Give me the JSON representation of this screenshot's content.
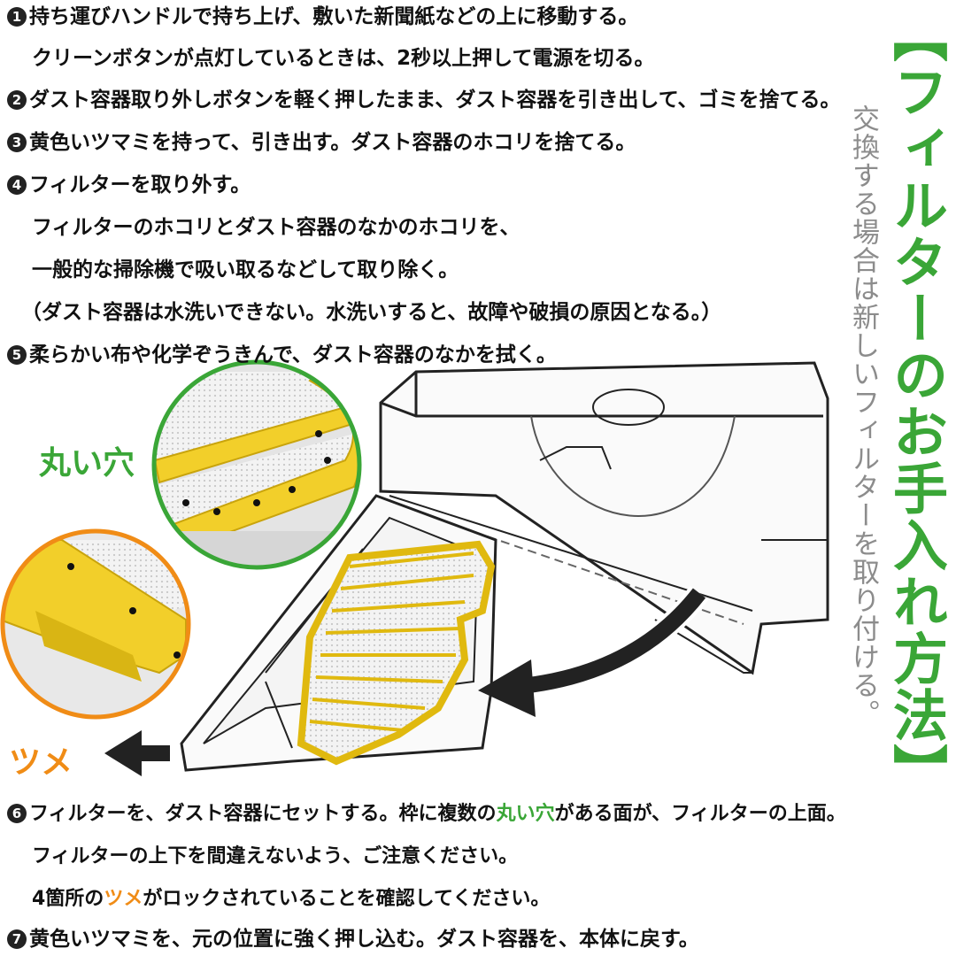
{
  "title": "【フィルターのお手入れ方法】",
  "subtitle": "交換する場合は新しいフィルターを取り付ける。",
  "steps": [
    {
      "num": "1",
      "lines": [
        "持ち運びハンドルで持ち上げ、敷いた新聞紙などの上に移動する。",
        "クリーンボタンが点灯しているときは、2秒以上押して電源を切る。"
      ]
    },
    {
      "num": "2",
      "lines": [
        "ダスト容器取り外しボタンを軽く押したまま、ダスト容器を引き出して、ゴミを捨てる。"
      ]
    },
    {
      "num": "3",
      "lines": [
        "黄色いツマミを持って、引き出す。ダスト容器のホコリを捨てる。"
      ]
    },
    {
      "num": "4",
      "lines": [
        "フィルターを取り外す。",
        "フィルターのホコリとダスト容器のなかのホコリを、",
        "一般的な掃除機で吸い取るなどして取り除く。",
        "（ダスト容器は水洗いできない。水洗いすると、故障や破損の原因となる。）"
      ]
    },
    {
      "num": "5",
      "lines": [
        "柔らかい布や化学ぞうきんで、ダスト容器のなかを拭く。"
      ]
    },
    {
      "num": "6",
      "a": "フィルターを、ダスト容器にセットする。枠に複数の",
      "b": "丸い穴",
      "c": "がある面が、フィルターの上面。",
      "lines": [
        "フィルターの上下を間違えないよう、ご注意ください。"
      ],
      "d": "4箇所の",
      "e": "ツメ",
      "f": "がロックされていることを確認してください。"
    },
    {
      "num": "7",
      "lines": [
        "黄色いツマミを、元の位置に強く押し込む。ダスト容器を、本体に戻す。"
      ]
    }
  ],
  "labels": {
    "round_holes": "丸い穴",
    "claw": "ツメ"
  },
  "colors": {
    "green": "#3aa637",
    "orange": "#f08c16",
    "yellow": "#f2cf2a",
    "gray": "#8c8c8c"
  }
}
